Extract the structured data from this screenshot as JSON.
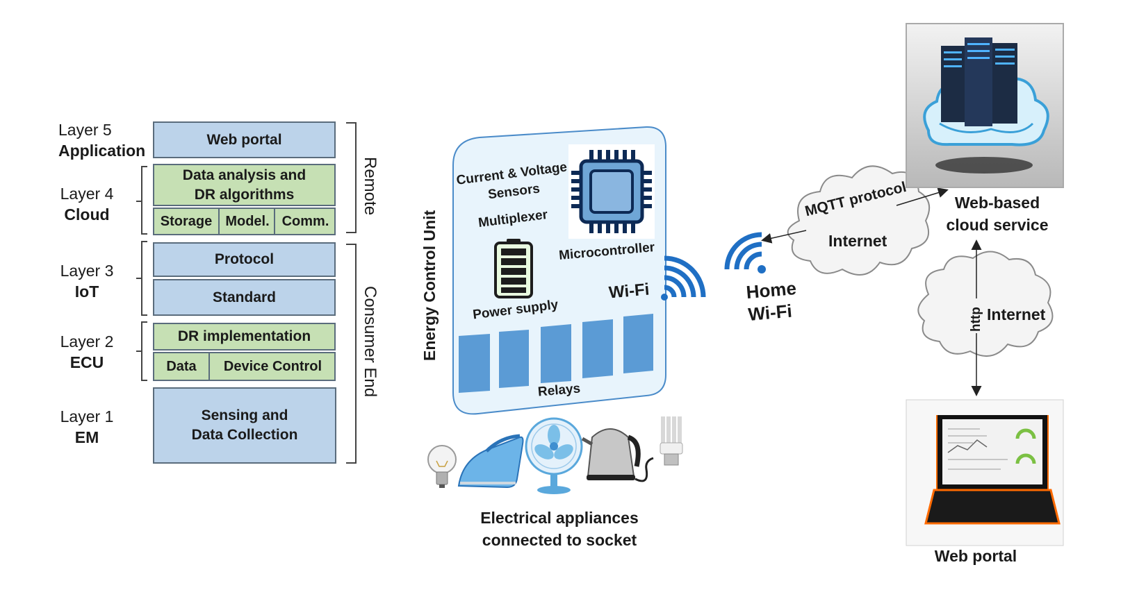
{
  "layers": [
    {
      "num": "Layer 5",
      "name": "Application"
    },
    {
      "num": "Layer 4",
      "name": "Cloud"
    },
    {
      "num": "Layer 3",
      "name": "IoT"
    },
    {
      "num": "Layer 2",
      "name": "ECU"
    },
    {
      "num": "Layer 1",
      "name": "EM"
    }
  ],
  "stack": {
    "web_portal": "Web portal",
    "data_analysis_line1": "Data analysis and",
    "data_analysis_line2": "DR algorithms",
    "storage": "Storage",
    "model": "Model.",
    "comm": "Comm.",
    "protocol": "Protocol",
    "standard": "Standard",
    "dr_implementation": "DR implementation",
    "data": "Data",
    "device_control": "Device Control",
    "sensing_line1": "Sensing and",
    "sensing_line2": "Data Collection"
  },
  "brackets": {
    "remote": "Remote",
    "consumer_end": "Consumer End"
  },
  "ecu": {
    "title": "Energy Control Unit",
    "sensors_line1": "Current & Voltage",
    "sensors_line2": "Sensors",
    "multiplexer": "Multiplexer",
    "microcontroller": "Microcontroller",
    "power_supply": "Power supply",
    "wifi": "Wi-Fi",
    "relays": "Relays"
  },
  "appliances_caption_line1": "Electrical appliances",
  "appliances_caption_line2": "connected to socket",
  "network": {
    "home_wifi_line1": "Home",
    "home_wifi_line2": "Wi-Fi",
    "mqtt": "MQTT protocol",
    "internet_top": "Internet",
    "internet_bottom": "Internet",
    "http": "http",
    "cloud_service_line1": "Web-based",
    "cloud_service_line2": "cloud service",
    "web_portal": "Web portal"
  },
  "colors": {
    "blue_box": "#bcd3ea",
    "green_box": "#c6e0b4",
    "ecu_fill": "#e8f4fc",
    "relay": "#5b9bd5",
    "wifi_blue": "#1f6fc4",
    "cloud_fill": "#f4f4f4"
  },
  "icons": [
    "chip-icon",
    "battery-icon",
    "wifi-icon",
    "server-cloud-icon",
    "laptop-icon",
    "bulb-icon",
    "iron-icon",
    "fan-icon",
    "kettle-icon",
    "cfl-bulb-icon"
  ]
}
